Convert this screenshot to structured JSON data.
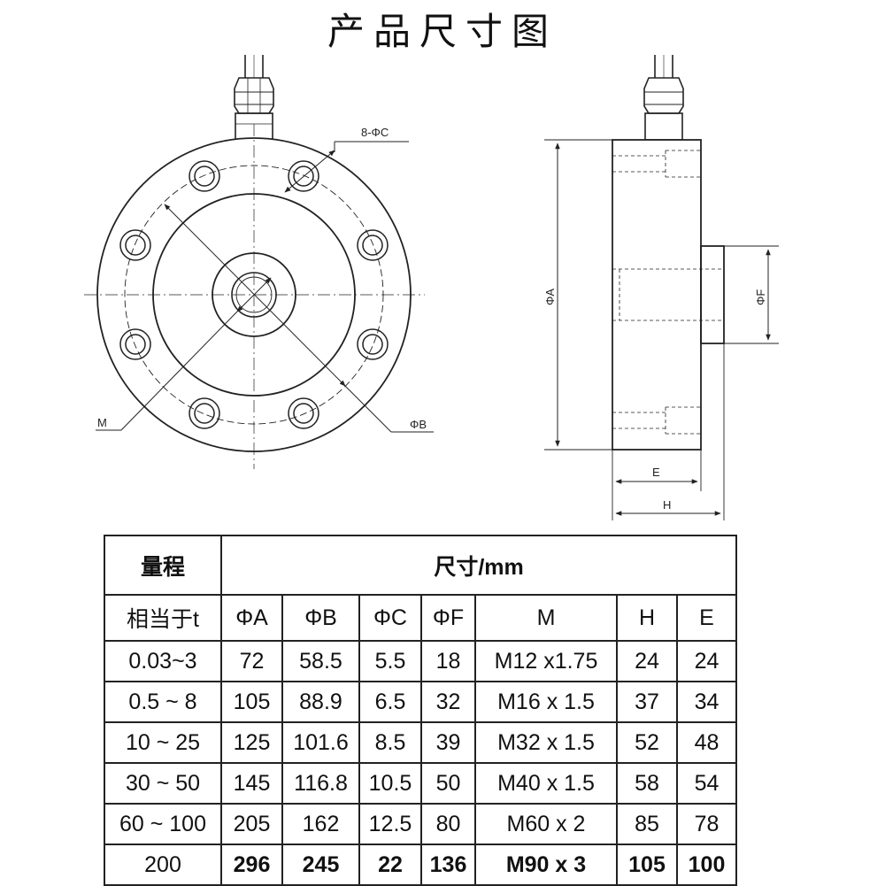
{
  "title": "产品尺寸图",
  "drawing_labels": {
    "bolt_holes": "8-ΦC",
    "thread": "M",
    "bolt_circle": "ΦB",
    "outer_dia": "ΦA",
    "boss_dia": "ΦF",
    "e": "E",
    "h": "H"
  },
  "chart_data": {
    "type": "table",
    "group_headers": {
      "range": "量程",
      "dims": "尺寸/mm"
    },
    "columns": [
      "相当于t",
      "ΦA",
      "ΦB",
      "ΦC",
      "ΦF",
      "M",
      "H",
      "E"
    ],
    "rows": [
      [
        "0.03~3",
        "72",
        "58.5",
        "5.5",
        "18",
        "M12 x1.75",
        "24",
        "24"
      ],
      [
        "0.5 ~ 8",
        "105",
        "88.9",
        "6.5",
        "32",
        "M16 x 1.5",
        "37",
        "34"
      ],
      [
        "10 ~ 25",
        "125",
        "101.6",
        "8.5",
        "39",
        "M32 x 1.5",
        "52",
        "48"
      ],
      [
        "30 ~ 50",
        "145",
        "116.8",
        "10.5",
        "50",
        "M40 x 1.5",
        "58",
        "54"
      ],
      [
        "60 ~ 100",
        "205",
        "162",
        "12.5",
        "80",
        "M60  x  2",
        "85",
        "78"
      ],
      [
        "200",
        "296",
        "245",
        "22",
        "136",
        "M90 x  3",
        "105",
        "100"
      ]
    ]
  }
}
